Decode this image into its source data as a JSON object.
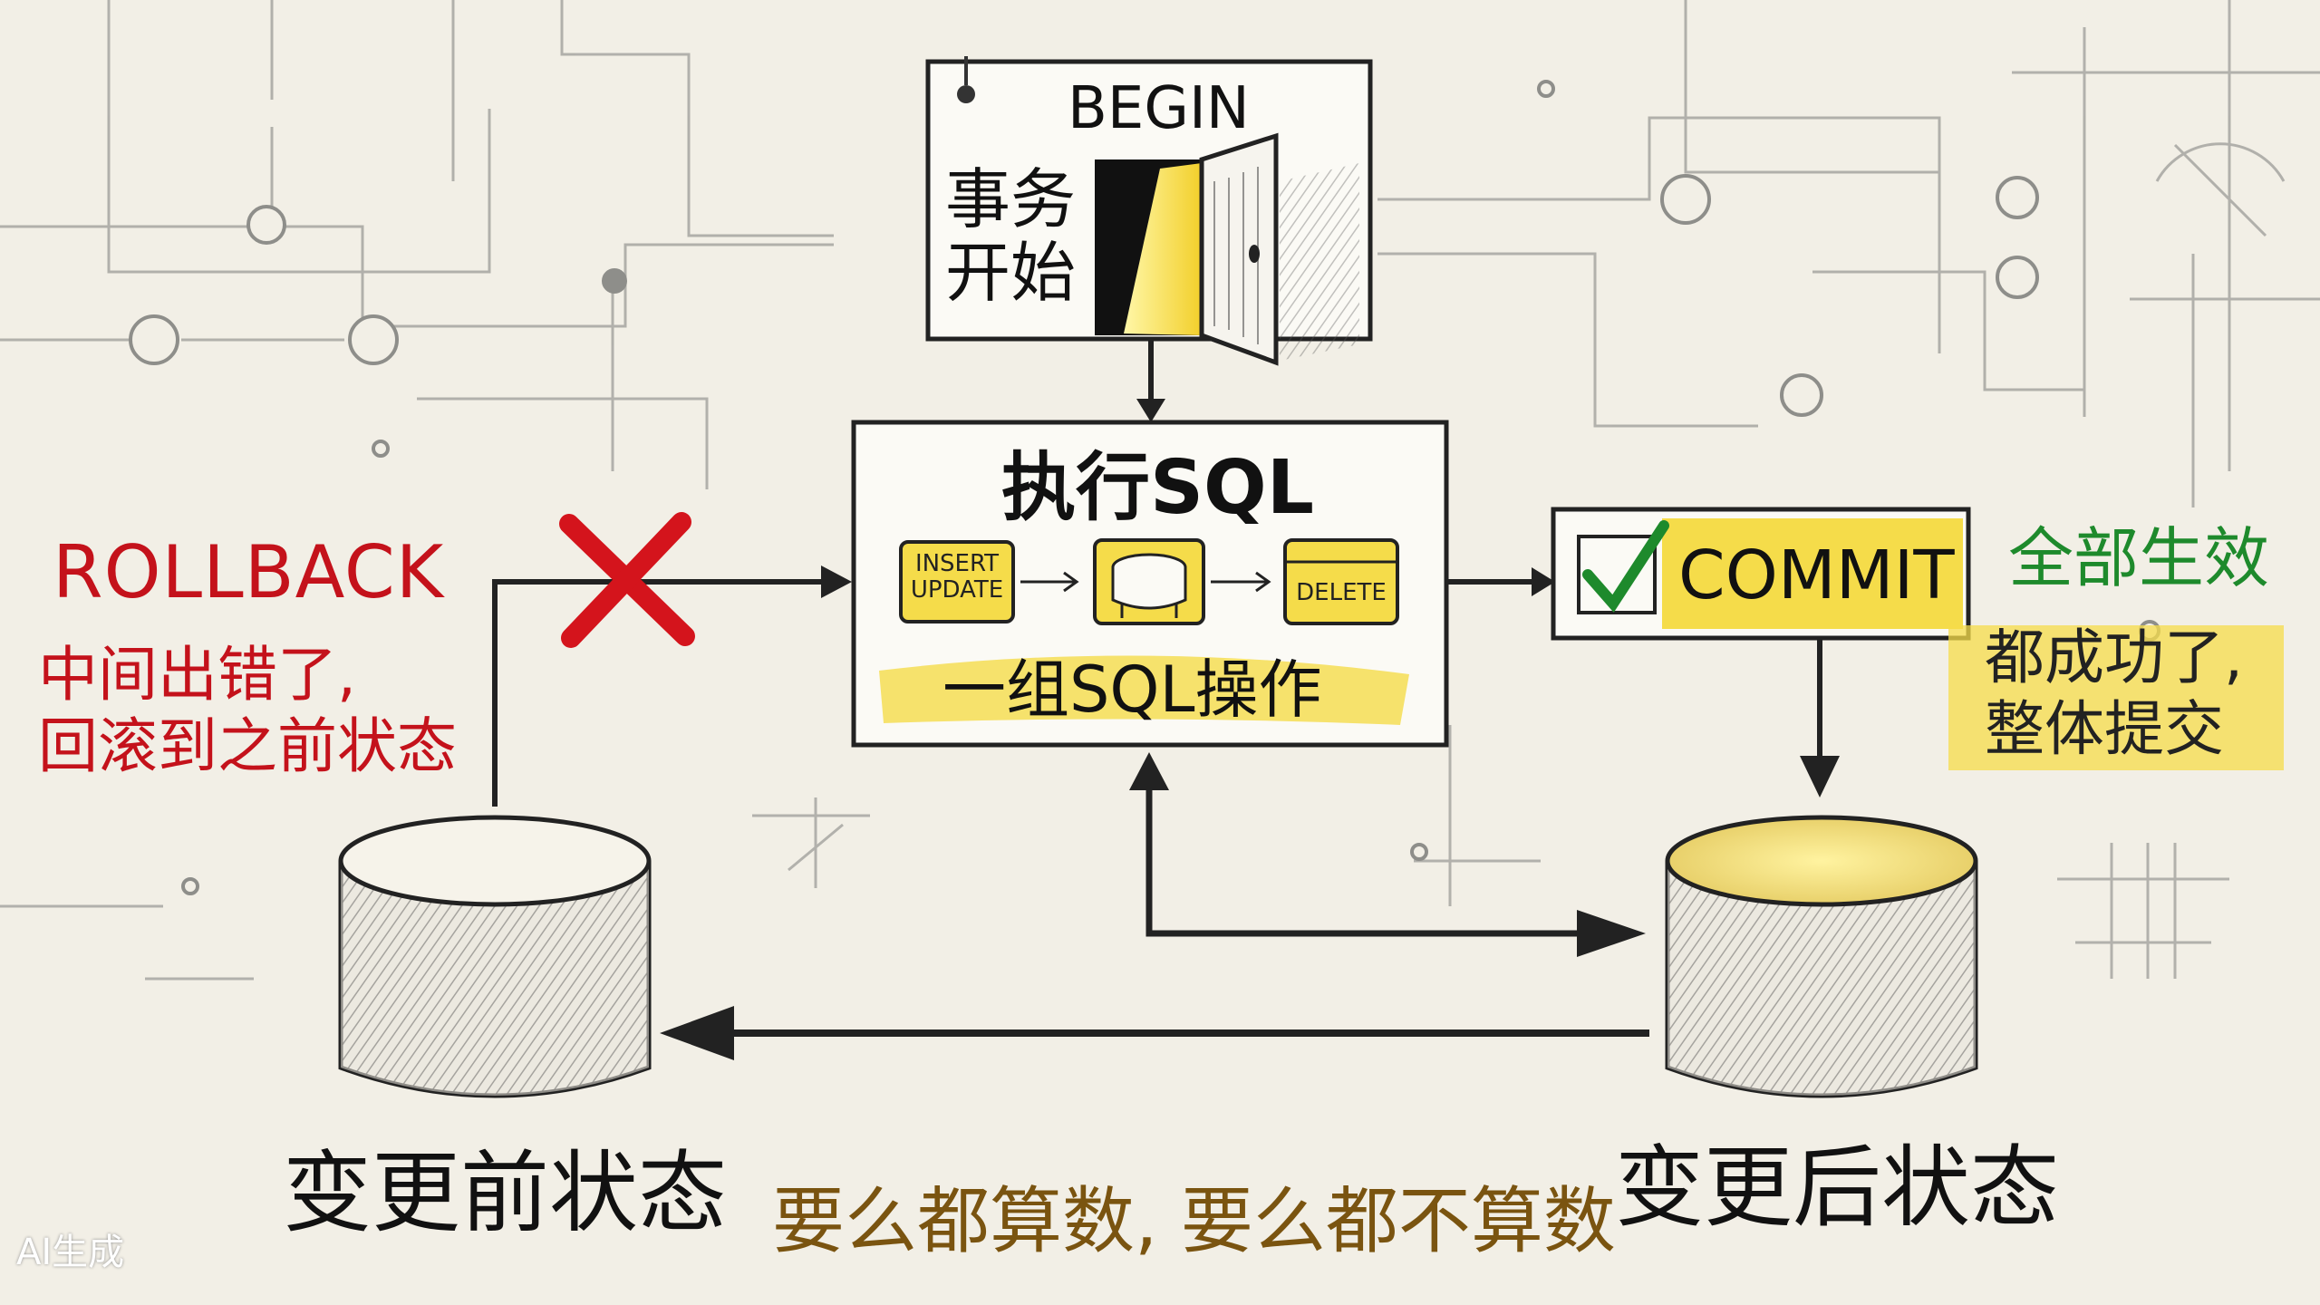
{
  "labels": {
    "begin": "BEGIN",
    "start": "事务开始",
    "exec_title": "执行SQL",
    "ops": {
      "insert": "INSERT",
      "update": "UPDATE",
      "delete": "DELETE"
    },
    "group": "一组SQL操作",
    "rollback": "ROLLBACK",
    "rollback_line1": "中间出错了,",
    "rollback_line2": "回滚到之前状态",
    "commit": "COMMIT",
    "all_effective": "全部生效",
    "commit_line1": "都成功了,",
    "commit_line2": "整体提交",
    "before_state": "变更前状态",
    "after_state": "变更后状态",
    "tagline": "要么都算数, 要么都不算数",
    "watermark": "AI生成"
  },
  "colors": {
    "background": "#f2efe6",
    "rollback_red": "#c4121b",
    "commit_green": "#1e8a2c",
    "highlight_yellow": "#f5dc4a",
    "tagline_brown": "#7a5410"
  },
  "icons": [
    "open-door-icon",
    "checkmark-icon",
    "red-x-icon",
    "database-icon"
  ]
}
